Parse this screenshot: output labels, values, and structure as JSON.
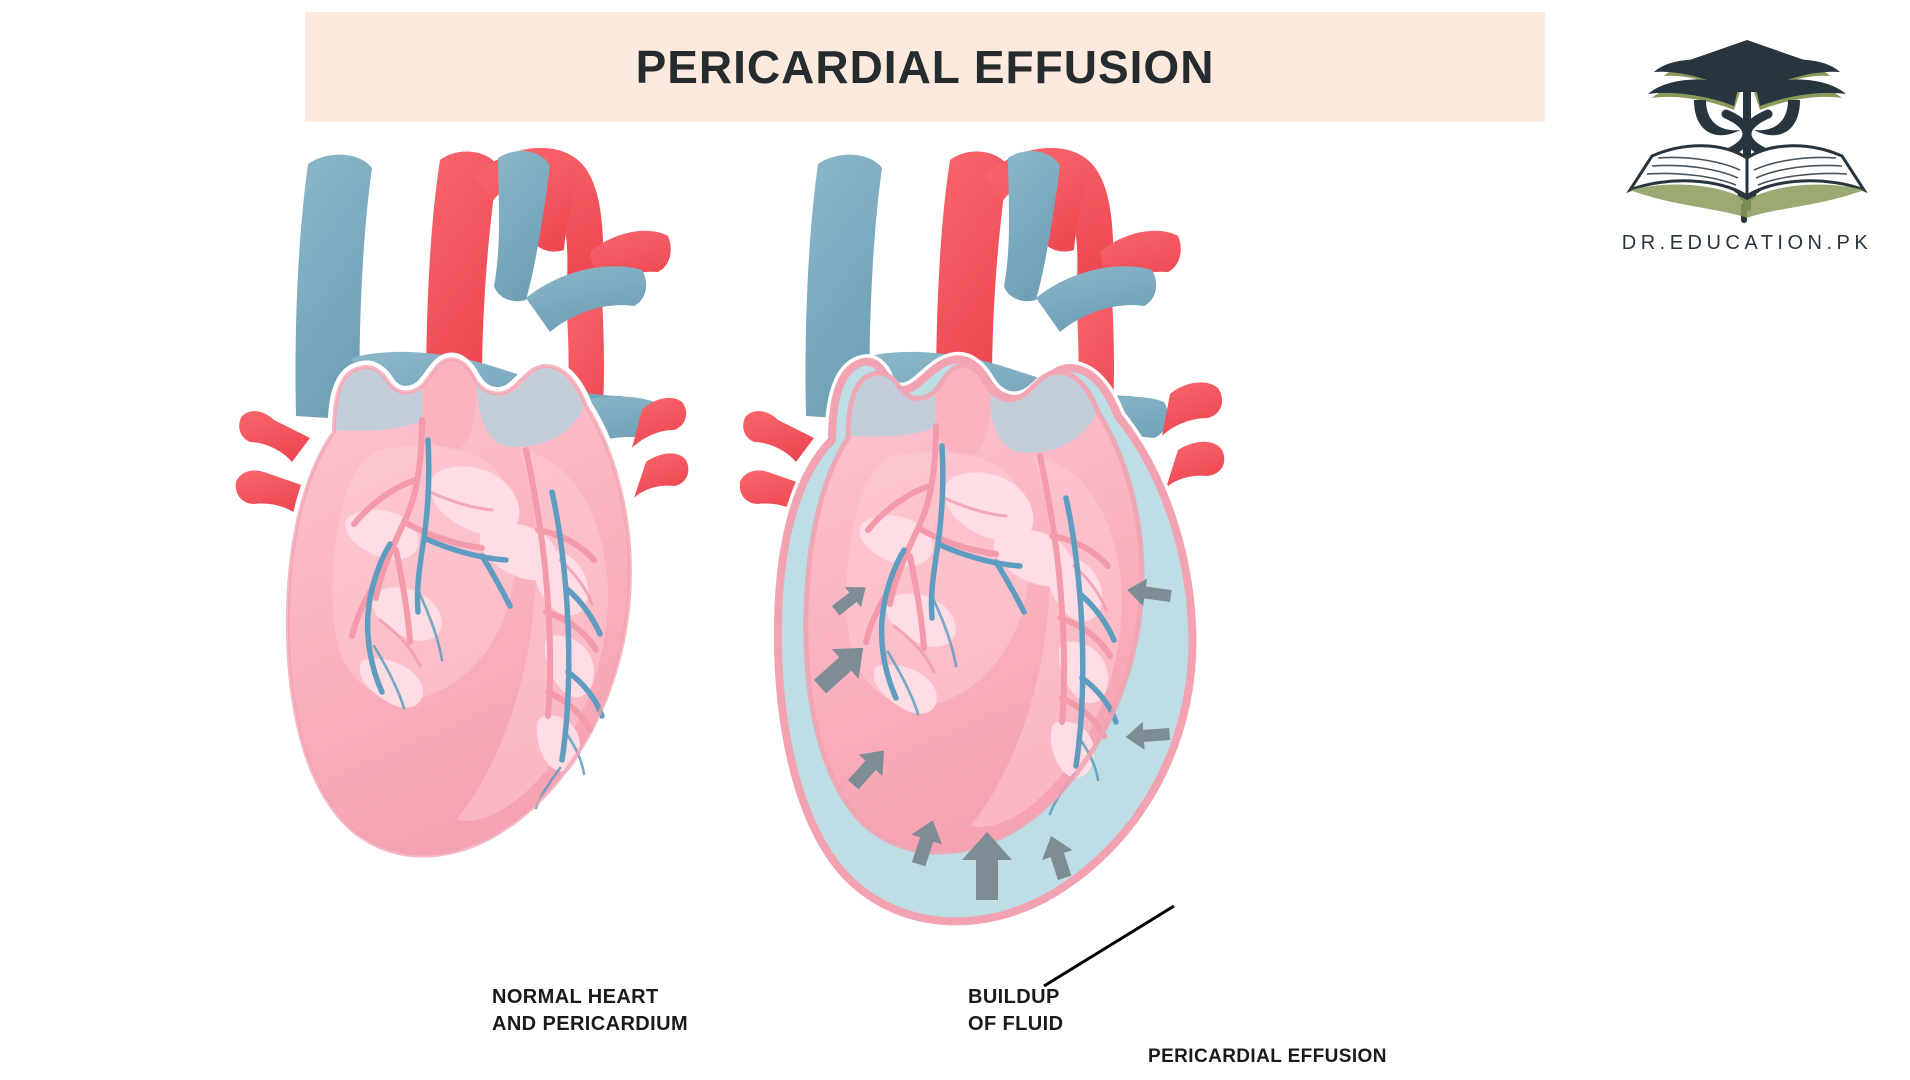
{
  "page": {
    "title": "PERICARDIAL EFFUSION",
    "background_color": "#FFFFFF"
  },
  "banner": {
    "title": "PERICARDIAL EFFUSION",
    "background_color": "#FBEADD",
    "text_color": "#262B2E"
  },
  "logo": {
    "name": "dr-education-pk-logo",
    "wordmark": "DR.EDUCATION.PK",
    "icon_names": [
      "graduation-cap-icon",
      "caduceus-icon",
      "wings-icon",
      "open-book-icon"
    ],
    "colors": {
      "navy": "#27353F",
      "olive": "#8A9A5B",
      "text": "#27353F"
    }
  },
  "figures": [
    {
      "id": "normal-heart",
      "caption": "NORMAL HEART\nAND PERICARDIUM",
      "description": "Anterior view of a normal heart enclosed by a thin pericardium",
      "parts": [
        "superior-vena-cava",
        "aorta",
        "pulmonary-trunk",
        "pulmonary-arteries",
        "pulmonary-veins",
        "right-atrium",
        "left-atrium",
        "right-ventricle",
        "left-ventricle",
        "coronary-arteries",
        "coronary-veins",
        "pericardium"
      ]
    },
    {
      "id": "effusion-heart",
      "caption": "PERICARDIAL EFFUSION",
      "annotation": "BUILDUP\nOF FLUID",
      "description": "Heart compressed by fluid accumulated within the pericardial sac; arrows show inward pressure",
      "arrow_count": 8,
      "parts": [
        "superior-vena-cava",
        "aorta",
        "pulmonary-trunk",
        "pulmonary-arteries",
        "pulmonary-veins",
        "right-atrium",
        "left-atrium",
        "right-ventricle",
        "left-ventricle",
        "coronary-arteries",
        "coronary-veins",
        "pericardial-sac",
        "pericardial-fluid",
        "pressure-arrows"
      ]
    }
  ],
  "colors": {
    "artery_red": "#F4555C",
    "vein_blue": "#7FADC2",
    "myocardium_pink": "#FBB3C0",
    "myocardium_light": "#FDCCD5",
    "myocardium_pale": "#FEDDE3",
    "atrium_grey_blue": "#C3CEDA",
    "pericardium_outline": "#FFFFFF",
    "pericardium_rim": "#F2A2B0",
    "effusion_fluid": "#BEDDE5",
    "arrow_grey": "#7E8C96",
    "coronary_artery": "#F39AAB",
    "coronary_vein": "#5E9DBF",
    "label_black": "#1A1A1A"
  }
}
